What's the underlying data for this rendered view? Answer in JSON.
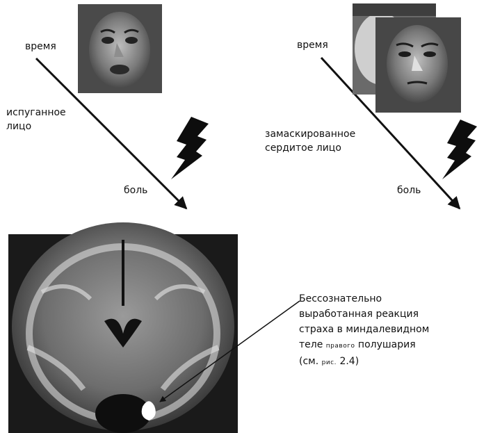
{
  "left_panel": {
    "time_label": "время",
    "face_label_line1": "испуганное",
    "face_label_line2": "лицо",
    "pain_label": "боль",
    "face_icon": "fearful-face-photo",
    "stimulus_icon": "lightning-bolt-icon"
  },
  "right_panel": {
    "time_label": "время",
    "face_label_line1": "замаскированное",
    "face_label_line2": "сердитое лицо",
    "pain_label": "боль",
    "face_icon": "masked-angry-face-photo",
    "stimulus_icon": "lightning-bolt-icon"
  },
  "brain": {
    "image_icon": "brain-mri-coronal-slice",
    "caption_line1": "Бессознательно",
    "caption_line2": "выработанная реакция",
    "caption_line3": "страха в миндалевидном",
    "caption_line4_a": "теле",
    "caption_line4_b": "правого",
    "caption_line4_c": "полушария",
    "caption_line5_a": "(см.",
    "caption_line5_b": "рис.",
    "caption_line5_c": "2.4)"
  }
}
